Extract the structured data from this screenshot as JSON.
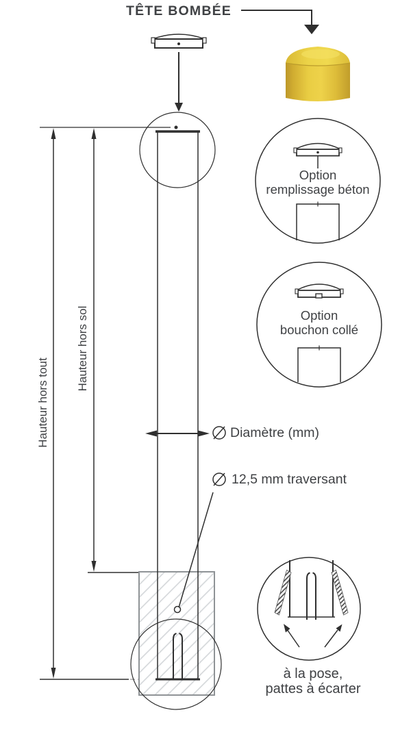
{
  "title": "TÊTE BOMBÉE",
  "dimension_labels": {
    "overall_height": "Hauteur hors tout",
    "above_ground_height": "Hauteur hors sol",
    "diameter_symbol": "⌀",
    "diameter": "Diamètre (mm)",
    "through_hole_symbol": "⌀",
    "through_hole": "12,5 mm traversant"
  },
  "detail_options": [
    {
      "line1": "Option",
      "line2": "remplissage béton"
    },
    {
      "line1": "Option",
      "line2": "bouchon collé"
    }
  ],
  "installation_note": {
    "line1": "à la pose,",
    "line2": "pattes à écarter"
  },
  "icons": {
    "head_cap_3d": "yellow-domed-cap",
    "head_cap_profile": "domed-cap-profile",
    "diameter_sign": "circle-with-slash",
    "ground": "hatched-footing"
  },
  "colors": {
    "line": "#2f2f2f",
    "text": "#3f4144",
    "hatch_border": "#8f9396",
    "hatch_line": "#d3d6d9",
    "cap_yellow": "#e9cd43",
    "cap_yellow_dark": "#bd982a",
    "cap_yellow_light": "#f4e062",
    "leg_hatch": "#4b4b4b"
  }
}
